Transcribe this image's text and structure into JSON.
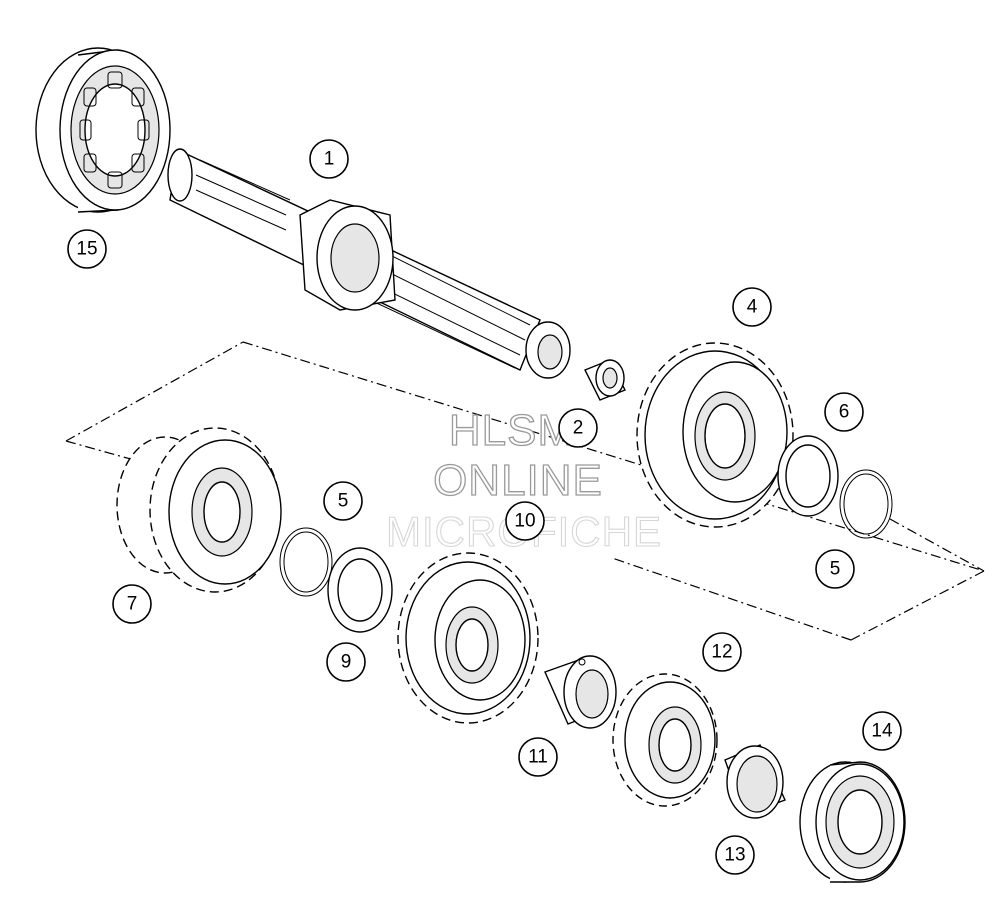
{
  "diagram": {
    "callouts": [
      {
        "label": "1"
      },
      {
        "label": "2"
      },
      {
        "label": "4"
      },
      {
        "label": "5"
      },
      {
        "label": "5"
      },
      {
        "label": "6"
      },
      {
        "label": "7"
      },
      {
        "label": "9"
      },
      {
        "label": "10"
      },
      {
        "label": "11"
      },
      {
        "label": "12"
      },
      {
        "label": "13"
      },
      {
        "label": "14"
      },
      {
        "label": "15"
      }
    ]
  },
  "watermark": {
    "line1": "HLSM",
    "line2": "ONLINE",
    "line3": "MICROFICHE"
  }
}
